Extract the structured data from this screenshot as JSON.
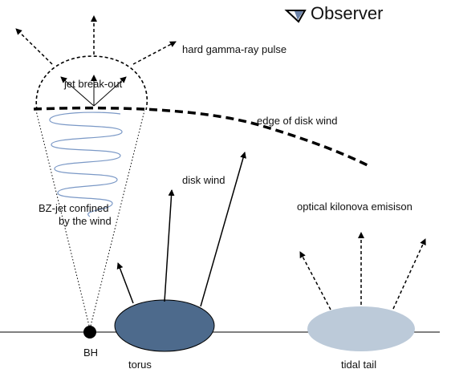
{
  "observer": {
    "label": "Observer",
    "icon": "eye-icon"
  },
  "labels": {
    "hard_gamma": "hard gamma-ray pulse",
    "jet_breakout": "jet break-out",
    "edge_disk_wind": "edge of disk wind",
    "disk_wind": "disk wind",
    "bz_jet_line1": "BZ-jet confined",
    "bz_jet_line2": "by the wind",
    "optical_kilonova": "optical kilonova emisison",
    "bh": "BH",
    "torus": "torus",
    "tidal_tail": "tidal tail"
  },
  "colors": {
    "torus": "#4d6a8c",
    "tidal_tail": "#bccad9",
    "helix": "#7a98c6",
    "ink": "#000000"
  }
}
